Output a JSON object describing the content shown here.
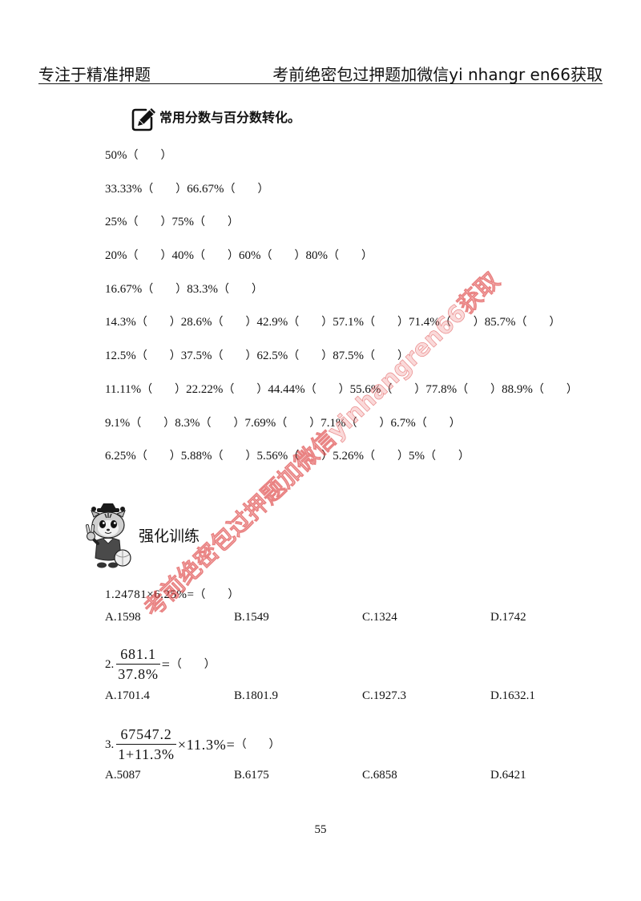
{
  "header": {
    "left": "专注于精准押题",
    "right": "考前绝密包过押题加微信yi nhangr en66获取"
  },
  "section": {
    "icon": "edit-icon",
    "title": "常用分数与百分数转化。"
  },
  "blank": "（　　）",
  "conversion": {
    "rows": [
      [
        "50%"
      ],
      [
        "33.33%",
        "66.67%"
      ],
      [
        "25%",
        "75%"
      ],
      [
        "20%",
        "40%",
        "60%",
        "80%"
      ],
      [
        "16.67%",
        "83.3%"
      ],
      [
        "14.3%",
        "28.6%",
        "42.9%",
        "57.1%",
        "71.4%",
        "85.7%"
      ],
      [
        "12.5%",
        "37.5%",
        "62.5%",
        "87.5%"
      ],
      [
        "11.11%",
        "22.22%",
        "44.44%",
        "55.6%",
        "77.8%",
        "88.9%"
      ],
      [
        "9.1%",
        "8.3%",
        "7.69%",
        "7.1%",
        "6.7%"
      ],
      [
        "6.25%",
        "5.88%",
        "5.56%",
        "5.26%",
        "5%"
      ]
    ]
  },
  "training": {
    "icon": "mascot-icon",
    "title": "强化训练"
  },
  "questions": [
    {
      "number": "1.",
      "stem": "24781×6.25%=",
      "options": [
        "A.1598",
        "B.1549",
        "C.1324",
        "D.1742"
      ]
    },
    {
      "number": "2.",
      "numerator": "681.1",
      "denominator": "37.8%",
      "after": "=",
      "options": [
        "A.1701.4",
        "B.1801.9",
        "C.1927.3",
        "D.1632.1"
      ]
    },
    {
      "number": "3.",
      "numerator": "67547.2",
      "denominator": "1+11.3%",
      "after": "×11.3%=",
      "options": [
        "A.5087",
        "B.6175",
        "C.6858",
        "D.6421"
      ]
    }
  ],
  "page_number": "55",
  "watermark": "考前绝密包过押题加微信yinhangren66获取"
}
